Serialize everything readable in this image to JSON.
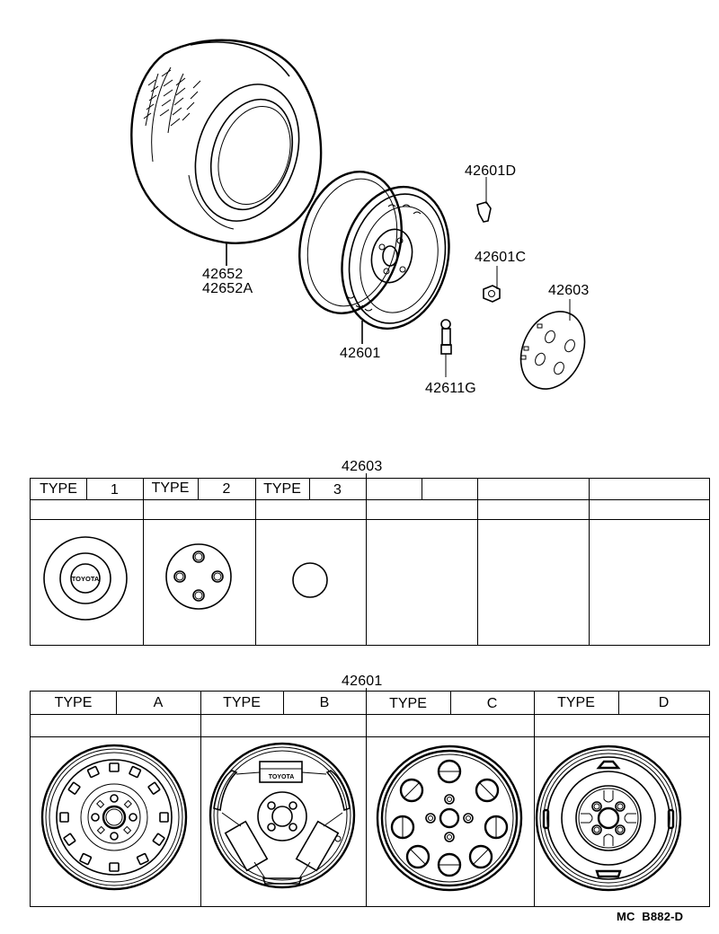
{
  "diagram": {
    "type": "exploded-parts-diagram",
    "subject": "Disc wheel & wheel cap",
    "callouts": [
      {
        "part": "42652",
        "label": "42652",
        "sub_label": "42652A",
        "component": "tire"
      },
      {
        "part": "42601",
        "label": "42601",
        "component": "disc-wheel"
      },
      {
        "part": "42601D",
        "label": "42601D",
        "component": "balance-weight"
      },
      {
        "part": "42601C",
        "label": "42601C",
        "component": "hub-nut"
      },
      {
        "part": "42603",
        "label": "42603",
        "component": "wheel-center-cap"
      },
      {
        "part": "42611G",
        "label": "42611G",
        "component": "valve-stem"
      }
    ]
  },
  "cap_table": {
    "part_no": "42603",
    "columns": [
      {
        "type_label": "TYPE",
        "type_value": "1",
        "image": "cap-toyota-logo"
      },
      {
        "type_label": "TYPE",
        "type_value": "2",
        "image": "cap-four-holes"
      },
      {
        "type_label": "TYPE",
        "type_value": "3",
        "image": "cap-plain"
      },
      {
        "type_label": "",
        "type_value": "",
        "image": ""
      },
      {
        "type_label": "",
        "type_value": "",
        "image": ""
      },
      {
        "type_label": "",
        "type_value": "",
        "image": ""
      }
    ]
  },
  "wheel_table": {
    "part_no": "42601",
    "columns": [
      {
        "type_label": "TYPE",
        "type_value": "A",
        "image": "wheel-slotted"
      },
      {
        "type_label": "TYPE",
        "type_value": "B",
        "image": "wheel-toyota-cover"
      },
      {
        "type_label": "TYPE",
        "type_value": "C",
        "image": "wheel-six-window"
      },
      {
        "type_label": "TYPE",
        "type_value": "D",
        "image": "wheel-steel-plain"
      }
    ]
  },
  "footer": {
    "code": "MC  B882-D"
  }
}
